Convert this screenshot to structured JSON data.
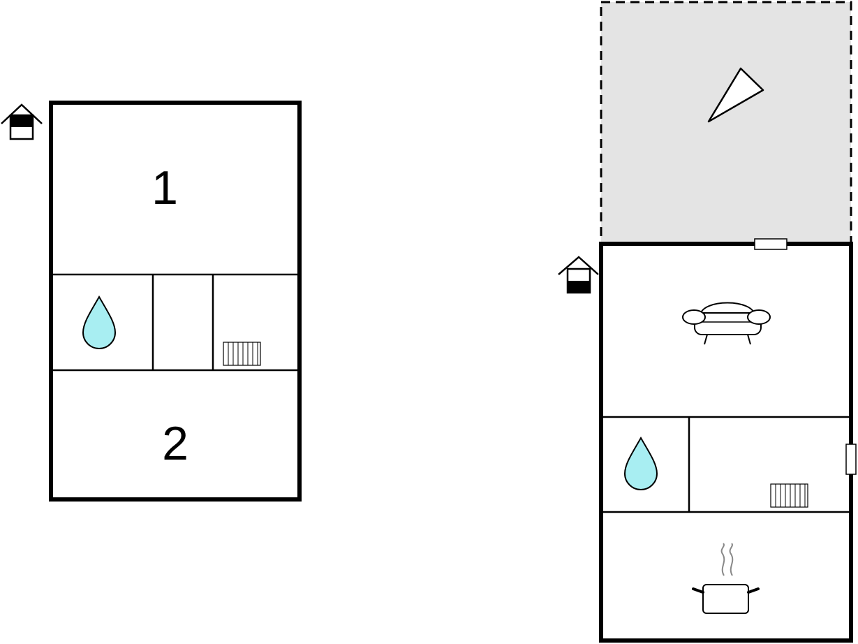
{
  "floors": [
    {
      "name": "upper",
      "floor_icon": "floor-upper-icon",
      "rooms": [
        {
          "label": "1",
          "kind": "bedroom"
        },
        {
          "label": "",
          "kind": "bathroom",
          "icon": "water-drop-icon"
        },
        {
          "label": "",
          "kind": "hallway"
        },
        {
          "label": "",
          "kind": "utility",
          "icon": "radiator-icon"
        },
        {
          "label": "2",
          "kind": "bedroom"
        }
      ]
    },
    {
      "name": "ground",
      "floor_icon": "floor-ground-icon",
      "rooms": [
        {
          "label": "",
          "kind": "terrace",
          "icon": "sun-umbrella-icon"
        },
        {
          "label": "",
          "kind": "living-room",
          "icon": "sofa-icon"
        },
        {
          "label": "",
          "kind": "bathroom",
          "icon": "water-drop-icon"
        },
        {
          "label": "",
          "kind": "hallway",
          "icon": "radiator-icon"
        },
        {
          "label": "",
          "kind": "kitchen",
          "icon": "cooking-pot-icon"
        }
      ]
    }
  ],
  "colors": {
    "wall": "#000000",
    "terrace_fill": "#e4e4e4",
    "water_drop": "#a8eef2"
  }
}
